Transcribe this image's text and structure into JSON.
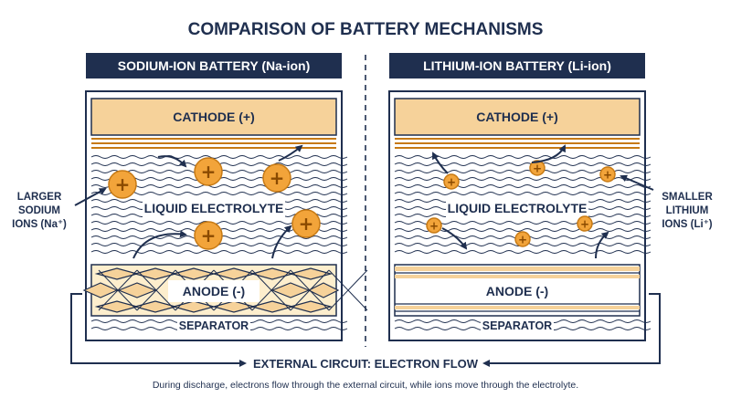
{
  "title": "COMPARISON OF BATTERY MECHANISMS",
  "left_panel": {
    "header": "SODIUM-ION BATTERY (Na-ion)",
    "cathode": "CATHODE (+)",
    "electrolyte": "LIQUID ELECTROLYTE",
    "anode": "ANODE (-)",
    "separator": "SEPARATOR",
    "ion_label": [
      "LARGER",
      "SODIUM",
      "IONS (Na⁺)"
    ],
    "ion_symbol": "+"
  },
  "right_panel": {
    "header": "LITHIUM-ION BATTERY (Li-ion)",
    "cathode": "CATHODE (+)",
    "electrolyte": "LIQUID ELECTROLYTE",
    "anode": "ANODE (-)",
    "separator": "SEPARATOR",
    "ion_label": [
      "SMALLER",
      "LITHIUM",
      "IONS (Li⁺)"
    ],
    "ion_symbol": "+"
  },
  "circuit_label": "EXTERNAL CIRCUIT: ELECTRON FLOW",
  "caption": "During discharge, electrons flow through the external circuit, while ions move through the electrolyte.",
  "colors": {
    "navy": "#1f2f4f",
    "cathode_fill": "#f6d29a",
    "ion_fill": "#f2a43a",
    "ion_stroke": "#c77a14",
    "anode_fill": "#fdeecd"
  }
}
